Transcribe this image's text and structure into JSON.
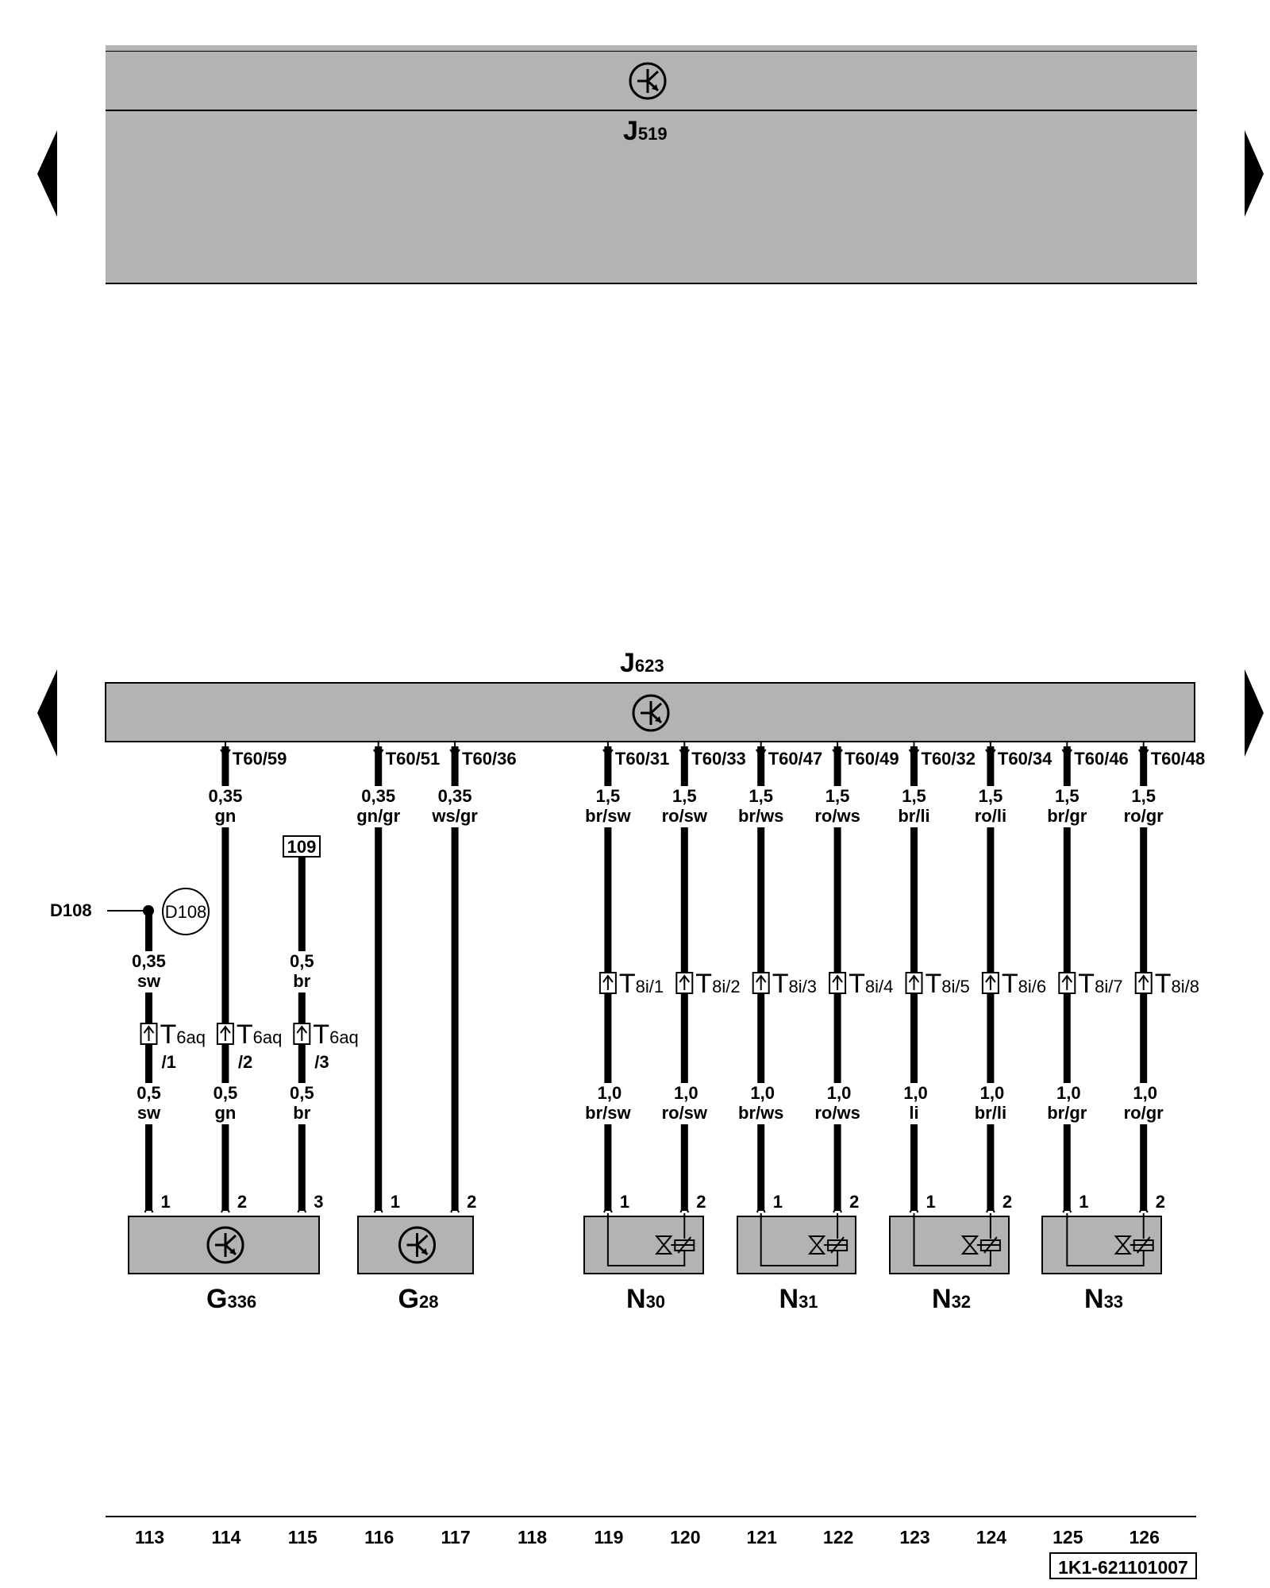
{
  "colors": {
    "module_fill": "#b3b3b3",
    "line": "#000000",
    "background": "#ffffff"
  },
  "j519": {
    "prefix": "J",
    "sub": "519",
    "icon": "electronic-module-icon"
  },
  "j623": {
    "prefix": "J",
    "sub": "623",
    "icon": "electronic-module-icon"
  },
  "nav": {
    "left_icon": "triangle-left-icon",
    "right_icon": "triangle-right-icon"
  },
  "wires": [
    {
      "track": "113",
      "top_pin": "",
      "size_top": "0,35",
      "color_top": "sw",
      "connector_prefix": "T",
      "connector_sub": "6aq",
      "connector_pin": "/1",
      "size_bottom": "0,5",
      "color_bottom": "sw",
      "bottom_pin": "1"
    },
    {
      "track": "114",
      "top_pin": "T60/59",
      "size_top": "0,35",
      "color_top": "gn",
      "connector_prefix": "T",
      "connector_sub": "6aq",
      "connector_pin": "/2",
      "size_bottom": "0,5",
      "color_bottom": "gn",
      "bottom_pin": "2"
    },
    {
      "track": "115",
      "top_pin": "",
      "size_top": "0,5",
      "color_top": "br",
      "connector_prefix": "T",
      "connector_sub": "6aq",
      "connector_pin": "/3",
      "size_bottom": "0,5",
      "color_bottom": "br",
      "bottom_pin": "3"
    },
    {
      "track": "116",
      "top_pin": "T60/51",
      "size_top": "0,35",
      "color_top": "gn/gr",
      "bottom_pin": "1"
    },
    {
      "track": "117",
      "top_pin": "T60/36",
      "size_top": "0,35",
      "color_top": "ws/gr",
      "bottom_pin": "2"
    },
    {
      "track": "119",
      "top_pin": "T60/31",
      "size_top": "1,5",
      "color_top": "br/sw",
      "connector_prefix": "T",
      "connector_sub": "8i/1",
      "size_bottom": "1,0",
      "color_bottom": "br/sw",
      "bottom_pin": "1"
    },
    {
      "track": "120",
      "top_pin": "T60/33",
      "size_top": "1,5",
      "color_top": "ro/sw",
      "connector_prefix": "T",
      "connector_sub": "8i/2",
      "size_bottom": "1,0",
      "color_bottom": "ro/sw",
      "bottom_pin": "2"
    },
    {
      "track": "121",
      "top_pin": "T60/47",
      "size_top": "1,5",
      "color_top": "br/ws",
      "connector_prefix": "T",
      "connector_sub": "8i/3",
      "size_bottom": "1,0",
      "color_bottom": "br/ws",
      "bottom_pin": "1"
    },
    {
      "track": "122",
      "top_pin": "T60/49",
      "size_top": "1,5",
      "color_top": "ro/ws",
      "connector_prefix": "T",
      "connector_sub": "8i/4",
      "size_bottom": "1,0",
      "color_bottom": "ro/ws",
      "bottom_pin": "2"
    },
    {
      "track": "123",
      "top_pin": "T60/32",
      "size_top": "1,5",
      "color_top": "br/li",
      "connector_prefix": "T",
      "connector_sub": "8i/5",
      "size_bottom": "1,0",
      "color_bottom": "li",
      "bottom_pin": "1"
    },
    {
      "track": "124",
      "top_pin": "T60/34",
      "size_top": "1,5",
      "color_top": "ro/li",
      "connector_prefix": "T",
      "connector_sub": "8i/6",
      "size_bottom": "1,0",
      "color_bottom": "br/li",
      "bottom_pin": "2"
    },
    {
      "track": "125",
      "top_pin": "T60/46",
      "size_top": "1,5",
      "color_top": "br/gr",
      "connector_prefix": "T",
      "connector_sub": "8i/7",
      "size_bottom": "1,0",
      "color_bottom": "br/gr",
      "bottom_pin": "1"
    },
    {
      "track": "126",
      "top_pin": "T60/48",
      "size_top": "1,5",
      "color_top": "ro/gr",
      "connector_prefix": "T",
      "connector_sub": "8i/8",
      "size_bottom": "1,0",
      "color_bottom": "ro/gr",
      "bottom_pin": "2"
    }
  ],
  "extra_tracks": [
    "118"
  ],
  "d108": {
    "label": "D108",
    "circle": "D108"
  },
  "ref_109": "109",
  "components": [
    {
      "prefix": "G",
      "sub": "336",
      "icon": "electronic-module-icon"
    },
    {
      "prefix": "G",
      "sub": "28",
      "icon": "electronic-module-icon"
    },
    {
      "prefix": "N",
      "sub": "30",
      "icon": "valve-icon"
    },
    {
      "prefix": "N",
      "sub": "31",
      "icon": "valve-icon"
    },
    {
      "prefix": "N",
      "sub": "32",
      "icon": "valve-icon"
    },
    {
      "prefix": "N",
      "sub": "33",
      "icon": "valve-icon"
    }
  ],
  "diagram_id": "1K1-621101007"
}
